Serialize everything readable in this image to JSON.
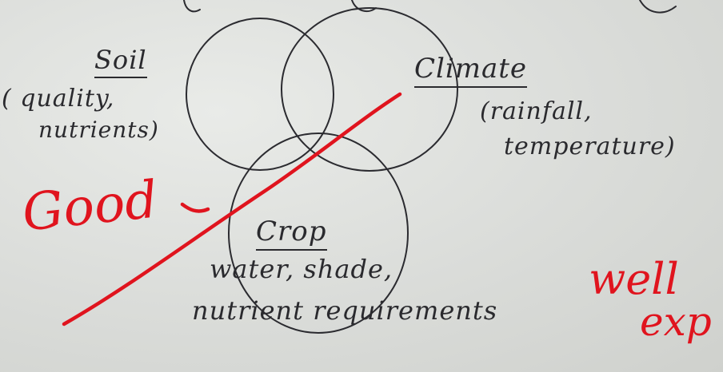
{
  "diagram": {
    "soil": {
      "title": "Soil",
      "detail_line1": "( quality,",
      "detail_line2": "nutrients)"
    },
    "climate": {
      "title": "Climate",
      "detail_line1": "(rainfall,",
      "detail_line2": "temperature)"
    },
    "crop": {
      "title": "Crop",
      "detail_line1": "water, shade,",
      "detail_line2": "nutrient requirements"
    }
  },
  "annotations": {
    "good": "Good",
    "well": "well",
    "explained_partial": "exp"
  },
  "colors": {
    "ink": "#2b2b30",
    "correction_red": "#e0141e",
    "paper": "#dadcd9"
  }
}
